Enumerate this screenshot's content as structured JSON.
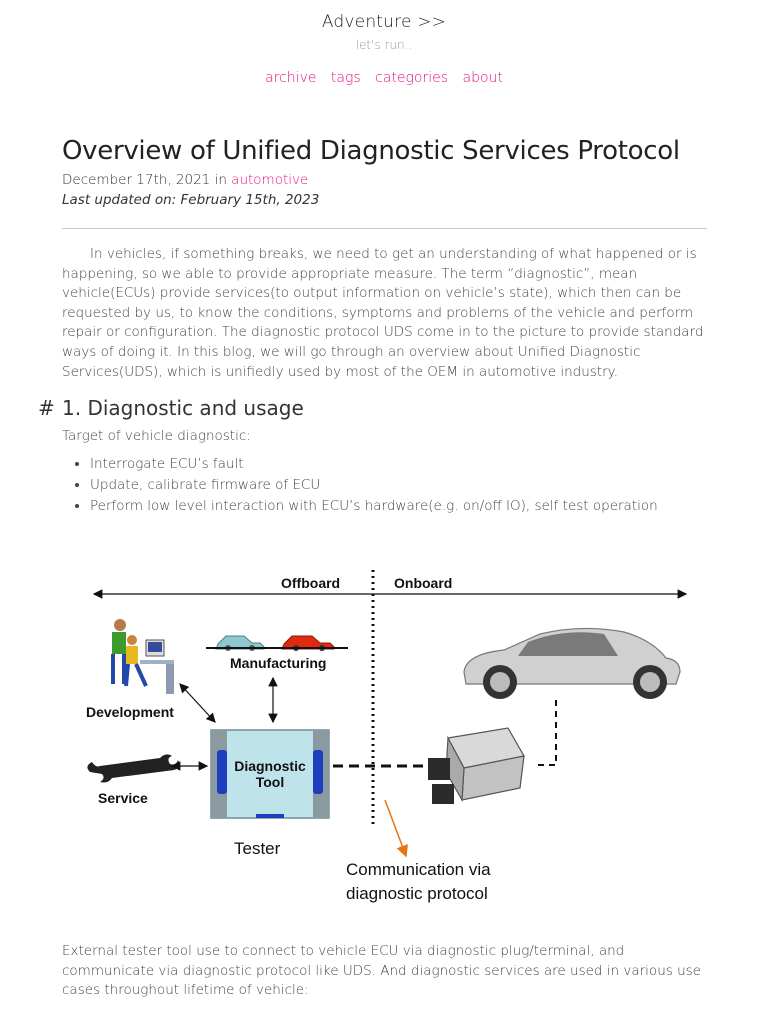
{
  "site": {
    "title": "Adventure >>",
    "tagline": "let's run.."
  },
  "nav": [
    "archive",
    "tags",
    "categories",
    "about"
  ],
  "post": {
    "title": "Overview of Unified Diagnostic Services Protocol",
    "date": "December 17th, 2021",
    "date_in": "in",
    "category": "automotive",
    "updated": "Last updated on: February 15th, 2023",
    "intro": "In vehicles, if something breaks, we need to get an understanding of what happened or is happening, so we able to provide appropriate measure. The term “diagnostic”, mean vehicle(ECUs) provide services(to output information on vehicle’s state), which then can be requested by us, to know the conditions, symptoms and problems of the vehicle and perform repair or configuration. The diagnostic protocol UDS come in to the picture to provide standard ways of doing it. In this blog, we will go through an overview about Unified Diagnostic Services(UDS), which is unifiedly used by most of the OEM in automotive industry.",
    "section_hash": "#",
    "section_title": "1. Diagnostic and usage",
    "target_label": "Target of vehicle diagnostic:",
    "bullets": [
      "Interrogate ECU’s fault",
      "Update, calibrate firmware of ECU",
      "Perform low level interaction with ECU’s hardware(e.g. on/off IO), self test operation"
    ],
    "after_text": "External tester tool use to connect to vehicle ECU via diagnostic plug/terminal, and communicate via diagnostic protocol like UDS. And diagnostic services are used in various use cases throughout lifetime of vehicle:"
  },
  "figure": {
    "offboard": "Offboard",
    "onboard": "Onboard",
    "manufacturing": "Manufacturing",
    "development": "Development",
    "service": "Service",
    "tool_line1": "Diagnostic",
    "tool_line2": "Tool",
    "tester": "Tester",
    "comm_line1": "Communication via",
    "comm_line2": "diagnostic protocol"
  },
  "colors": {
    "accent": "#e8117f",
    "tool_body": "#bfe3ea",
    "tool_blue": "#1d3fbf",
    "car_red": "#e02a10",
    "car_teal": "#8fc9cf",
    "arrow_orange": "#e8720c"
  }
}
